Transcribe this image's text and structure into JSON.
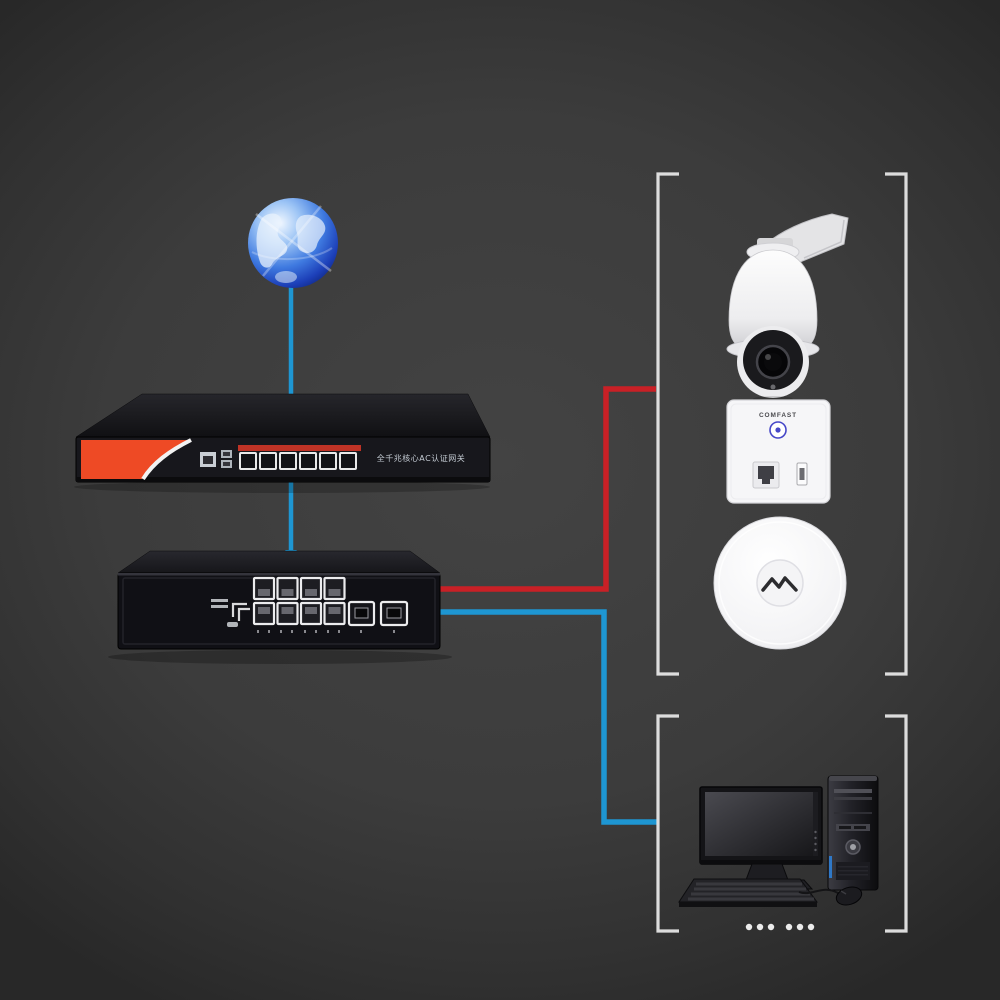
{
  "diagram": {
    "type": "network-topology"
  },
  "colors": {
    "background_center": "#434343",
    "background_edge": "#282828",
    "link_blue": "#1e96d2",
    "link_red": "#c92026",
    "bracket": "#e6e6e6",
    "gateway_orange": "#ee4a25",
    "globe_blue": "#3f7ae0",
    "device_black": "#141418",
    "ap_logo_blue": "#4647c8"
  },
  "devices": {
    "internet": {
      "icon": "globe-icon"
    },
    "gateway": {
      "icon": "ac-gateway-icon",
      "label": "全千兆核心AC认证网关",
      "lan_ports": 6
    },
    "poe_switch": {
      "icon": "poe-switch-icon",
      "poe_ports": 8,
      "uplink_ports": 2
    },
    "ptz_camera": {
      "icon": "ptz-dome-camera-icon"
    },
    "wall_ap": {
      "icon": "in-wall-ap-icon",
      "brand": "COMFAST"
    },
    "ceiling_ap": {
      "icon": "ceiling-ap-icon"
    },
    "desktop_pc": {
      "icon": "desktop-computer-icon"
    }
  },
  "groups": [
    {
      "id": "poe-group",
      "members": [
        "ptz_camera",
        "wall_ap",
        "ceiling_ap"
      ]
    },
    {
      "id": "lan-group",
      "members": [
        "desktop_pc"
      ],
      "ellipsis_dots": 6
    }
  ],
  "links": [
    {
      "from": "internet",
      "to": "gateway",
      "color_key": "link_blue"
    },
    {
      "from": "gateway",
      "to": "poe_switch",
      "color_key": "link_blue"
    },
    {
      "from": "poe_switch",
      "to": "poe-group",
      "color_key": "link_red"
    },
    {
      "from": "poe_switch",
      "to": "lan-group",
      "color_key": "link_blue"
    }
  ]
}
